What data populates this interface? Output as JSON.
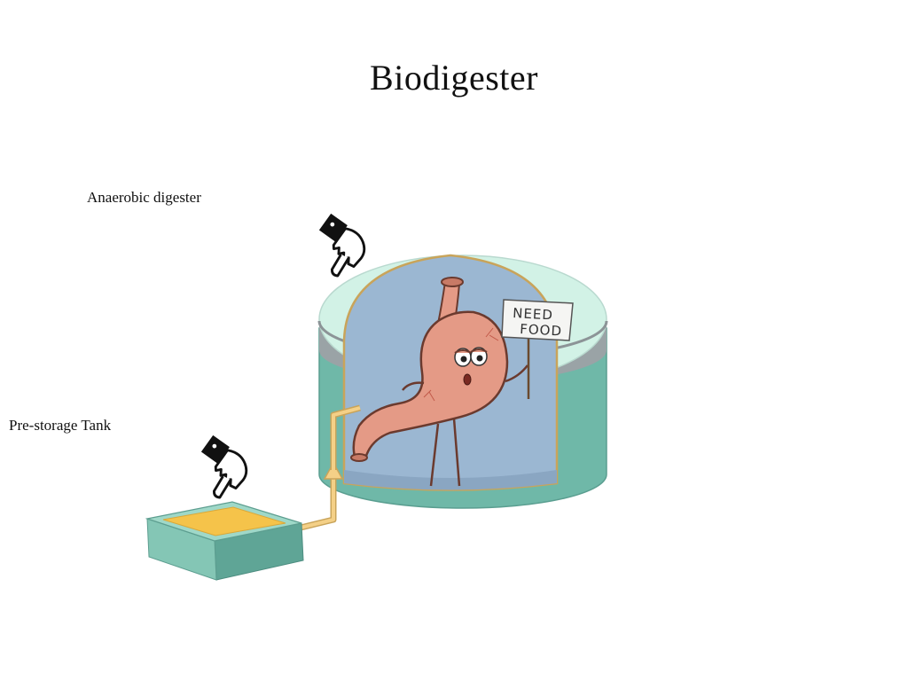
{
  "title": "Biodigester",
  "labels": {
    "anaerobic_digester": "Anaerobic digester",
    "pre_storage_tank": "Pre-storage Tank"
  },
  "sign": {
    "line1": "NEED",
    "line2": "FOOD"
  },
  "icons": {
    "pointer_1": "pointing-hand-icon",
    "pointer_2": "pointing-hand-icon"
  },
  "colors": {
    "tank_teal": "#6fb8a8",
    "tank_top": "#d2f2e6",
    "digester_window": "#9bb7d2",
    "stomach": "#e49a86",
    "slurry": "#f5c34a",
    "pipe": "#f4d087"
  }
}
